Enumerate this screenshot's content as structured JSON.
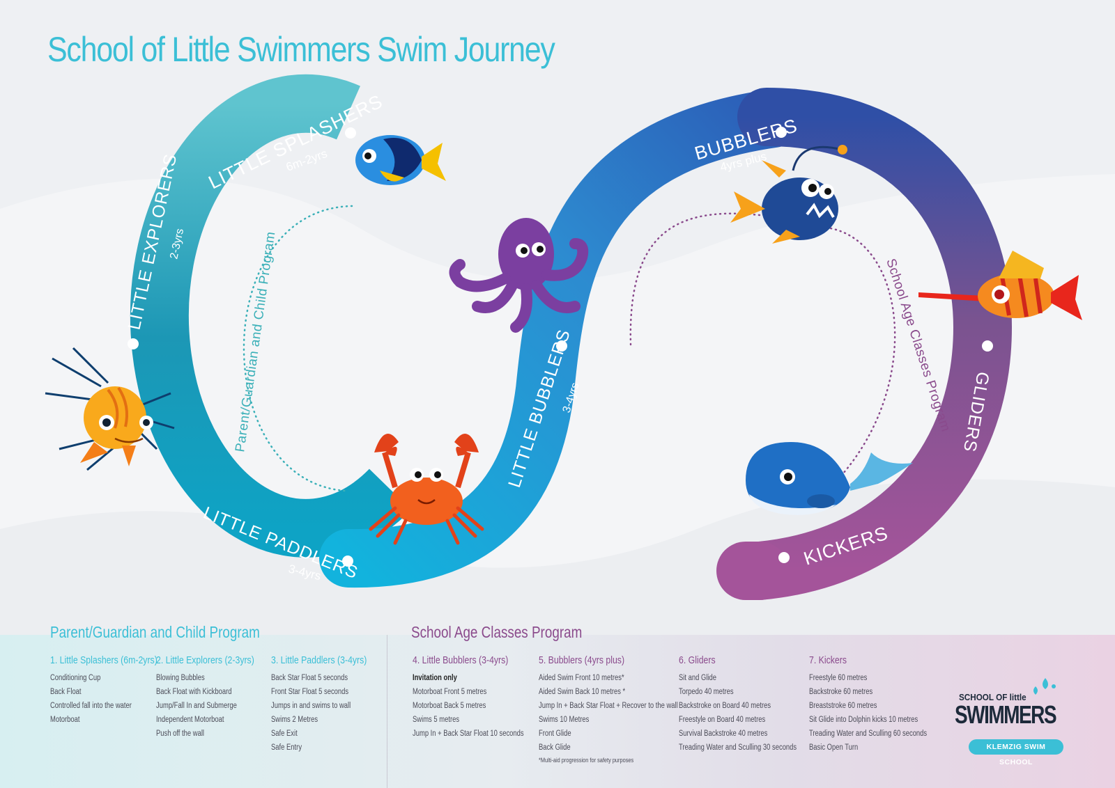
{
  "title": "School of Little Swimmers Swim Journey",
  "colors": {
    "teal": "#3bbfd6",
    "purple": "#8a4a8c",
    "text": "#4b4b57"
  },
  "loop": {
    "parent_path_label": "Parent/Guardian and Child Program",
    "school_path_label": "School Age Classes Program",
    "stages": [
      {
        "name": "LITTLE SPLASHERS",
        "age": "6m-2yrs"
      },
      {
        "name": "LITTLE EXPLORERS",
        "age": "2-3yrs"
      },
      {
        "name": "LITTLE PADDLERS",
        "age": "3-4yrs"
      },
      {
        "name": "LITTLE BUBBLERS",
        "age": "3-4yrs"
      },
      {
        "name": "BUBBLERS",
        "age": "4yrs plus"
      },
      {
        "name": "GLIDERS",
        "age": ""
      },
      {
        "name": "KICKERS",
        "age": ""
      }
    ],
    "creatures": [
      "blue-tang-fish",
      "orange-lionfish",
      "crab",
      "octopus",
      "anglerfish",
      "red-longnose-fish",
      "whale"
    ]
  },
  "programs": {
    "parent": {
      "title": "Parent/Guardian and Child Program",
      "columns": [
        {
          "heading": "1. Little Splashers (6m-2yrs)",
          "items": [
            "Conditioning Cup",
            "Back Float",
            "Controlled fall into the water",
            "Motorboat"
          ]
        },
        {
          "heading": "2. Little Explorers (2-3yrs)",
          "items": [
            "Blowing Bubbles",
            "Back Float with Kickboard",
            "Jump/Fall In and Submerge",
            "Independent Motorboat",
            "Push off the wall"
          ]
        },
        {
          "heading": "3. Little Paddlers (3-4yrs)",
          "items": [
            "Back Star Float 5 seconds",
            "Front Star Float 5 seconds",
            "Jumps in and swims to wall",
            "Swims 2 Metres",
            "Safe Exit",
            "Safe Entry"
          ]
        }
      ]
    },
    "school": {
      "title": "School Age Classes Program",
      "columns": [
        {
          "heading": "4. Little Bubblers (3-4yrs)",
          "items": [
            "Invitation only",
            "Motorboat Front 5 metres",
            "Motorboat Back 5 metres",
            "Swims 5 metres",
            "Jump In + Back Star Float 10 seconds"
          ]
        },
        {
          "heading": "5. Bubblers (4yrs plus)",
          "items": [
            "Aided Swim Front 10 metres*",
            "Aided Swim Back 10 metres *",
            "Jump In + Back Star Float + Recover to the wall",
            "Swims 10 Metres",
            "Front Glide",
            "Back Glide"
          ],
          "note": "*Multi-aid progression for safety purposes"
        },
        {
          "heading": "6. Gliders",
          "items": [
            "Sit and Glide",
            "Torpedo 40 metres",
            "Backstroke on Board 40 metres",
            "Freestyle on Board 40 metres",
            "Survival Backstroke 40 metres",
            "Treading Water and Sculling 30 seconds"
          ]
        },
        {
          "heading": "7. Kickers",
          "items": [
            "Freestyle 60 metres",
            "Backstroke 60 metres",
            "Breaststroke 60 metres",
            "Sit Glide into Dolphin kicks 10 metres",
            "Treading Water and Sculling 60 seconds",
            "Basic Open Turn"
          ]
        }
      ]
    }
  },
  "logo": {
    "top": "SCHOOL OF little",
    "main": "SWIMMERS",
    "badge": "KLEMZIG SWIM SCHOOL"
  }
}
